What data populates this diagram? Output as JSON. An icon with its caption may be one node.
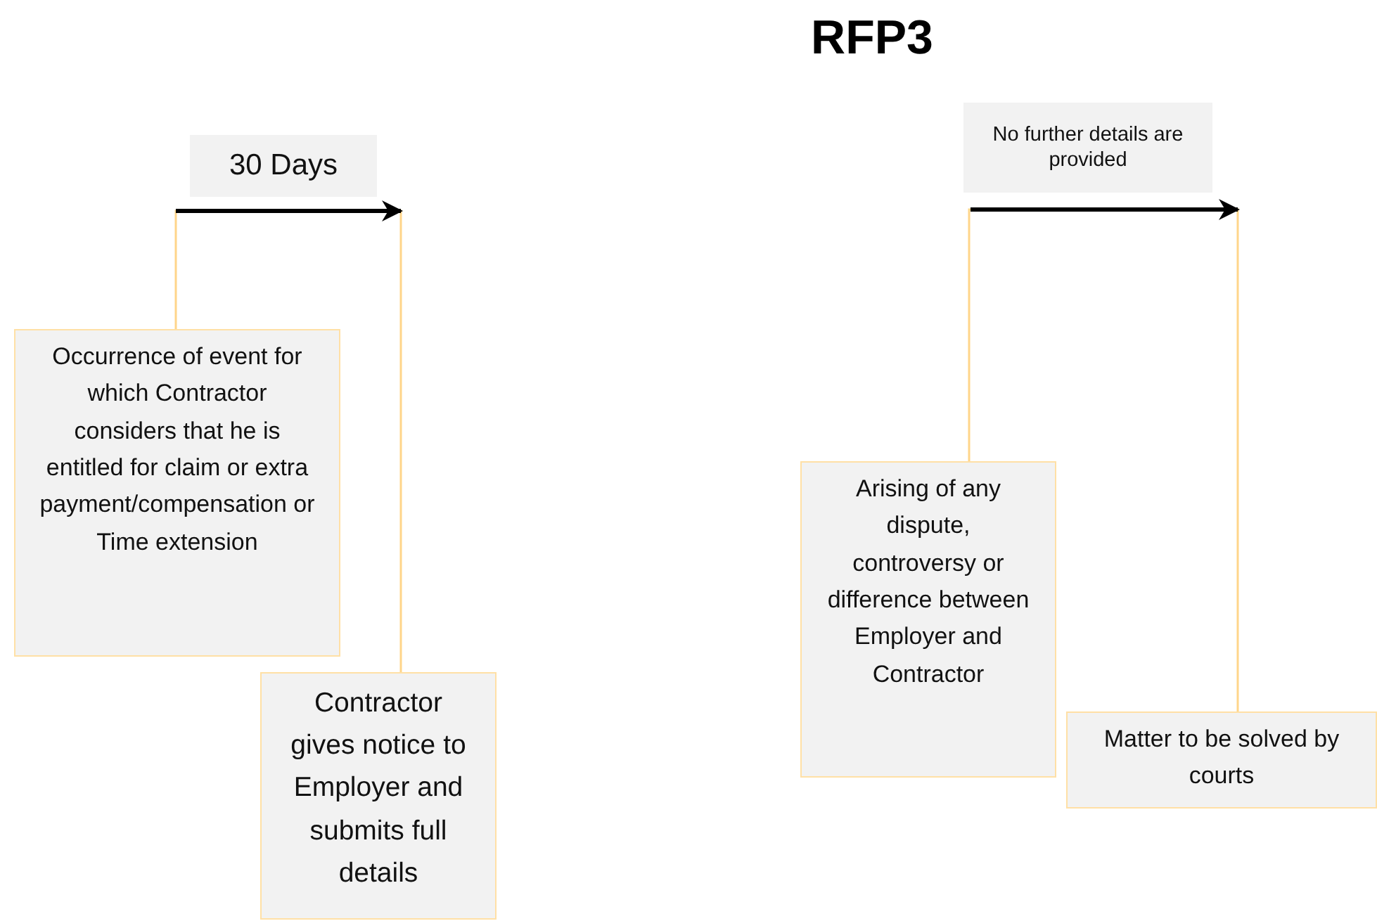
{
  "diagram": {
    "title": "RFP3",
    "nodes": [
      {
        "text": [
          "Occurrence of event for which Contractor considers that he is entitled for claim or extra payment/compensation or Time extension"
        ]
      },
      {
        "text": [
          "Contractor gives notice to Employer and submits full details"
        ]
      },
      {
        "text": [
          "Arising of any dispute, controversy or difference between Employer and Contractor"
        ]
      },
      {
        "text": [
          "Matter to be solved by courts"
        ]
      }
    ],
    "edges": [
      {
        "from": 0,
        "to": 1,
        "arrow": "none"
      },
      {
        "from": 2,
        "to": 3,
        "arrow": "none"
      }
    ],
    "labels": [
      "30 Days",
      "No further details are provided"
    ]
  }
}
